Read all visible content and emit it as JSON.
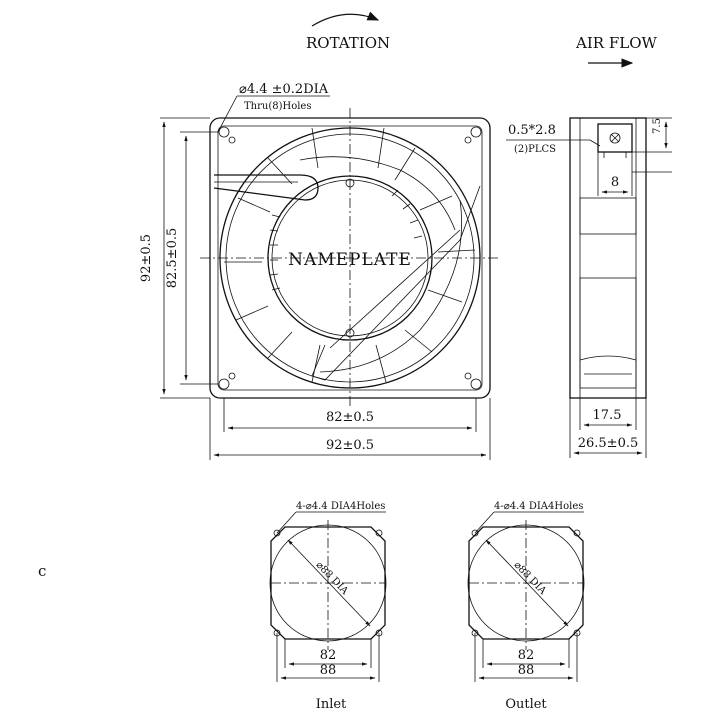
{
  "header": {
    "rotation": "ROTATION",
    "airflow": "AIR FLOW"
  },
  "front_view": {
    "hole_spec_line1": "⌀4.4 ±0.2DIA",
    "hole_spec_line2": "Thru(8)Holes",
    "nameplate": "NAMEPLATE",
    "dim_inner_h": "82±0.5",
    "dim_outer_h": "92±0.5",
    "dim_inner_v": "82.5±0.5",
    "dim_outer_v": "92±0.5"
  },
  "side_view": {
    "terminal_spec_line1": "0.5*2.8",
    "terminal_spec_line2": "(2)PLCS",
    "dim_top": "7.5",
    "dim_terminal": "8",
    "dim_inner_depth": "17.5",
    "dim_outer_depth": "26.5±0.5"
  },
  "inlet": {
    "holes": "4-⌀4.4 DIA4Holes",
    "dia": "⌀88 DIA",
    "dim_inner": "82",
    "dim_outer": "88",
    "label": "Inlet"
  },
  "outlet": {
    "holes": "4-⌀4.4 DIA4Holes",
    "dia": "⌀88 DIA",
    "dim_inner": "82",
    "dim_outer": "88",
    "label": "Outlet"
  },
  "margin_mark": "c"
}
